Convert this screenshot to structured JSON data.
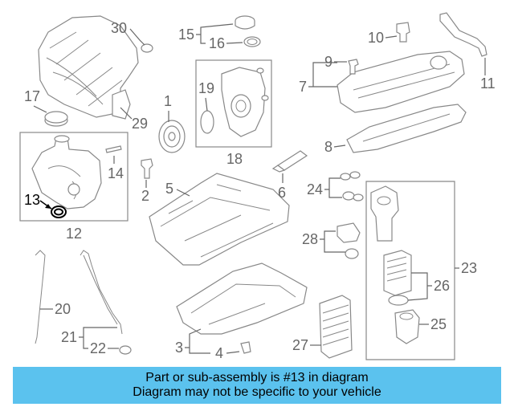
{
  "diagram": {
    "callouts": {
      "c1": "1",
      "c2": "2",
      "c3": "3",
      "c4": "4",
      "c5": "5",
      "c6": "6",
      "c7": "7",
      "c8": "8",
      "c9": "9",
      "c10": "10",
      "c11": "11",
      "c12": "12",
      "c13": "13",
      "c14": "14",
      "c15": "15",
      "c16": "16",
      "c17": "17",
      "c18": "18",
      "c19": "19",
      "c20": "20",
      "c21": "21",
      "c22": "22",
      "c23": "23",
      "c24": "24",
      "c25": "25",
      "c26": "26",
      "c27": "27",
      "c28": "28",
      "c29": "29",
      "c30": "30"
    },
    "highlight_color": "#000000",
    "callout_color": "#666666"
  },
  "banner": {
    "line1": "Part or sub-assembly is #13 in diagram",
    "line2": "Diagram may not be specific to your vehicle",
    "background": "#5bc2ee"
  }
}
